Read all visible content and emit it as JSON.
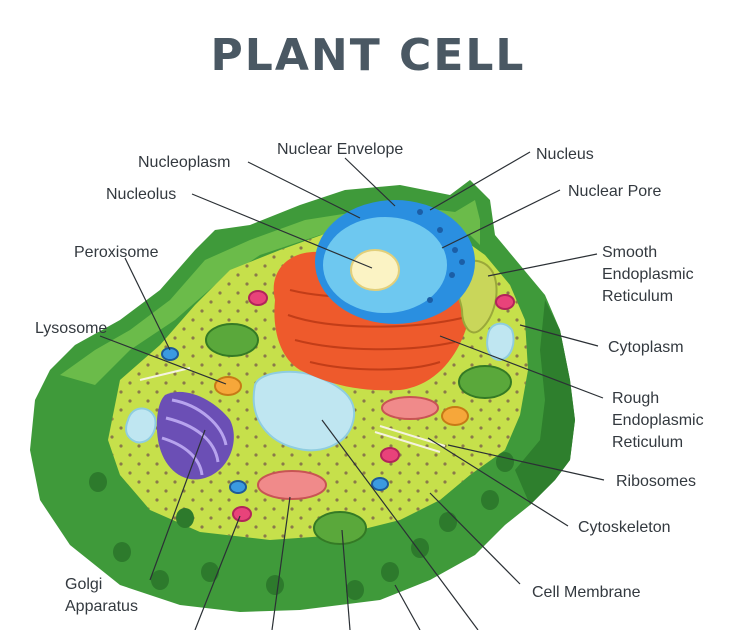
{
  "title": "PLANT CELL",
  "labels": {
    "nucleoplasm": "Nucleoplasm",
    "nuclear_envelope": "Nuclear Envelope",
    "nucleus": "Nucleus",
    "nucleolus": "Nucleolus",
    "nuclear_pore": "Nuclear Pore",
    "peroxisome": "Peroxisome",
    "smooth_er": [
      "Smooth",
      "Endoplasmic",
      "Reticulum"
    ],
    "lysosome": "Lysosome",
    "cytoplasm": "Cytoplasm",
    "rough_er": [
      "Rough",
      "Endoplasmic",
      "Reticulum"
    ],
    "ribosomes": "Ribosomes",
    "cytoskeleton": "Cytoskeleton",
    "golgi": [
      "Golgi",
      "Apparatus"
    ],
    "cell_membrane": "Cell Membrane"
  },
  "colors": {
    "title": "#4a5863",
    "cell_wall": "#3f9a3a",
    "cytoplasm": "#c6e04b",
    "vacuole": "#bfe6f1",
    "nucleus": "#2a8fe0",
    "nucleoplasm": "#6ec8f0",
    "nucleolus": "#fbf3c4",
    "rough_er": "#ee5a2c",
    "golgi": "#8d6fcf",
    "chloroplast": "#5aa83b",
    "mitochondrion": "#f08a8a",
    "ribosome": "#8a7a4a"
  }
}
